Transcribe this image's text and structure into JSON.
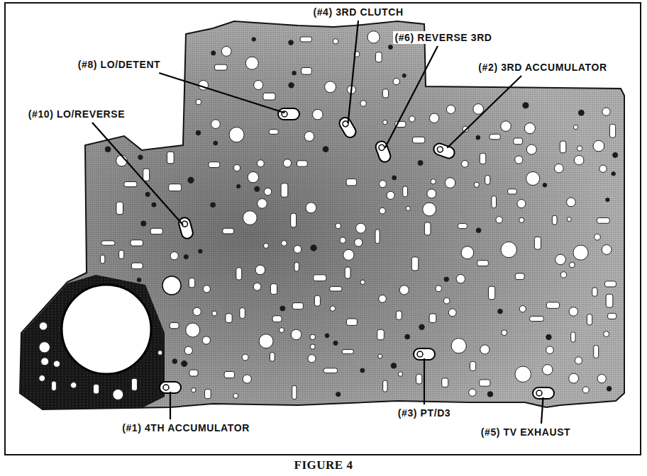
{
  "diagram": {
    "caption": "FIGURE 4",
    "labels": [
      "(#4) 3RD CLUTCH",
      "(#6) REVERSE 3RD",
      "(#2) 3RD ACCUMULATOR",
      "(#8) LO/DETENT",
      "(#10) LO/REVERSE",
      "(#1) 4TH ACCUMULATOR",
      "(#3) PT/D3",
      "(#5) TV EXHAUST"
    ]
  }
}
